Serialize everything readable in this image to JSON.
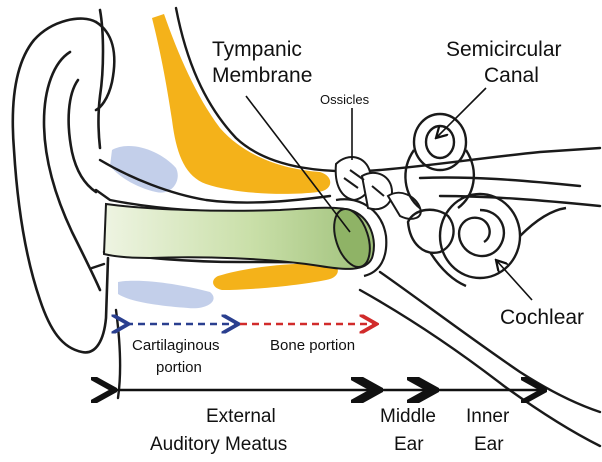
{
  "labels": {
    "tympanic_1": "Tympanic",
    "tympanic_2": "Membrane",
    "ossicles": "Ossicles",
    "semicircular_1": "Semicircular",
    "semicircular_2": "Canal",
    "cochlear": "Cochlear",
    "cartilaginous_1": "Cartilaginous",
    "cartilaginous_2": "portion",
    "bone_portion": "Bone portion",
    "external_1": "External",
    "external_2": "Auditory Meatus",
    "middle_1": "Middle",
    "middle_2": "Ear",
    "inner_1": "Inner",
    "inner_2": "Ear"
  },
  "colors": {
    "canal_fill": "#c6dca6",
    "bone_fill": "#f4b21a",
    "cartilage_fill": "#b9c7e6",
    "cartilage_arrow": "#2a3f8f",
    "bone_arrow": "#d12b2b",
    "outline": "#1a1a1a"
  }
}
